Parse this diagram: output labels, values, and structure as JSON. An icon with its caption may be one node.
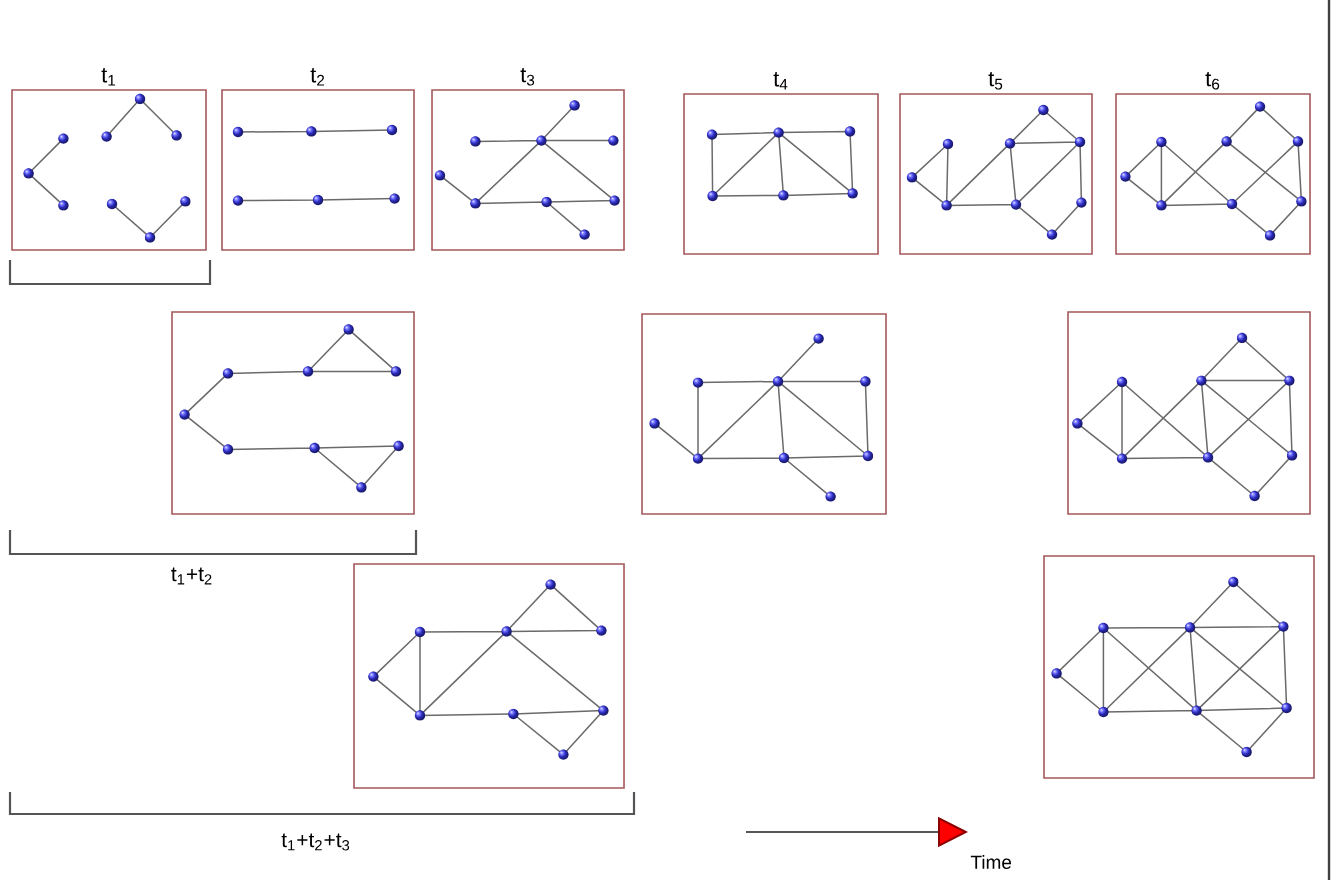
{
  "diagram": {
    "nodes": [
      {
        "text": [
          "t$_{1}$"
        ]
      },
      {
        "text": [
          "t$_{2}$"
        ]
      },
      {
        "text": [
          "t$_{3}$"
        ]
      },
      {
        "text": [
          "t$_{4}$"
        ]
      },
      {
        "text": [
          "t$_{5}$"
        ]
      },
      {
        "text": [
          "t$_{6}$"
        ]
      },
      {
        "text": [],
        "shape": "box"
      },
      {
        "text": [],
        "shape": "box"
      },
      {
        "text": [],
        "shape": "box"
      },
      {
        "text": [],
        "shape": "box"
      },
      {
        "text": [],
        "shape": "box"
      }
    ],
    "labels": [
      "t$_{1}$+t$_{2}$",
      "t$_{1}$+t$_{2}$+t$_{3}$",
      "Time"
    ]
  }
}
